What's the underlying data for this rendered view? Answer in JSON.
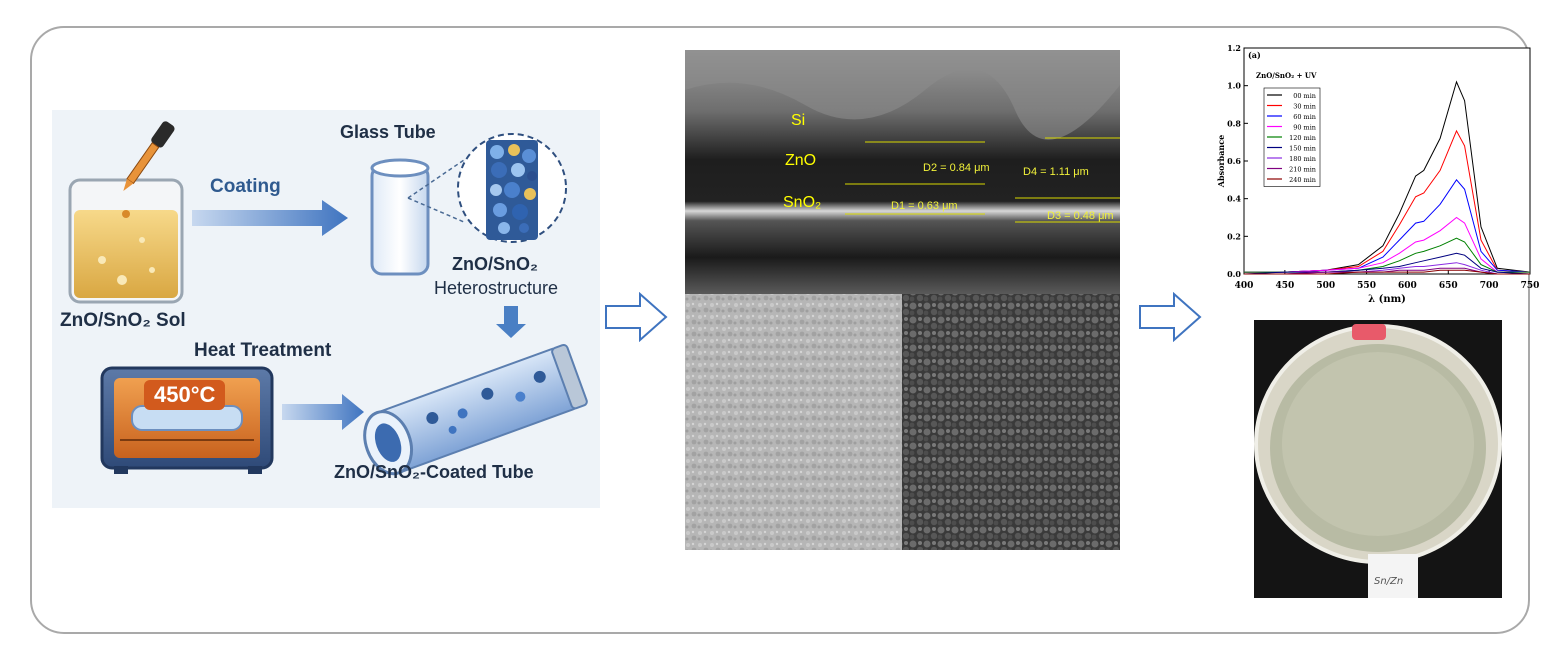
{
  "left_panel": {
    "glass_tube": "Glass Tube",
    "coating": "Coating",
    "sol": "ZnO/SnO₂ Sol",
    "heterostructure_line1": "ZnO/SnO₂",
    "heterostructure_line2": "Heterostructure",
    "heat_treatment": "Heat Treatment",
    "temperature": "450°C",
    "coated_tube": "ZnO/SnO₂-Coated Tube"
  },
  "sem": {
    "layer_si": "Si",
    "layer_zno": "ZnO",
    "layer_sno2": "SnO₂",
    "d1": "D1 = 0.63 μm",
    "d2": "D2 = 0.84 μm",
    "d3": "D3 = 0.48 μm",
    "d4": "D4 = 1.11 μm"
  },
  "chart_data": {
    "type": "line",
    "panel_label": "(a)",
    "legend_title": "ZnO/SnO₂ + UV",
    "xlabel": "λ (nm)",
    "ylabel": "Absorbance",
    "xlim": [
      400,
      750
    ],
    "ylim": [
      0,
      1.2
    ],
    "xticks": [
      400,
      450,
      500,
      550,
      600,
      650,
      700,
      750
    ],
    "yticks": [
      0.0,
      0.2,
      0.4,
      0.6,
      0.8,
      1.0,
      1.2
    ],
    "x": [
      400,
      450,
      500,
      540,
      570,
      590,
      610,
      620,
      640,
      660,
      670,
      690,
      710,
      750
    ],
    "series": [
      {
        "name": "00 min",
        "color": "#000000",
        "values": [
          0.01,
          0.01,
          0.02,
          0.05,
          0.15,
          0.32,
          0.52,
          0.55,
          0.72,
          1.02,
          0.92,
          0.25,
          0.03,
          0.01
        ]
      },
      {
        "name": "30 min",
        "color": "#ff0000",
        "values": [
          0.01,
          0.01,
          0.02,
          0.04,
          0.12,
          0.26,
          0.41,
          0.43,
          0.55,
          0.76,
          0.68,
          0.18,
          0.02,
          0.01
        ]
      },
      {
        "name": "60 min",
        "color": "#0000ff",
        "values": [
          0.01,
          0.01,
          0.02,
          0.03,
          0.09,
          0.18,
          0.27,
          0.28,
          0.37,
          0.5,
          0.45,
          0.12,
          0.02,
          0.01
        ]
      },
      {
        "name": "90 min",
        "color": "#ff00ff",
        "values": [
          0.01,
          0.01,
          0.02,
          0.03,
          0.06,
          0.11,
          0.17,
          0.18,
          0.23,
          0.3,
          0.27,
          0.08,
          0.01,
          0.01
        ]
      },
      {
        "name": "120 min",
        "color": "#008000",
        "values": [
          0.01,
          0.01,
          0.01,
          0.02,
          0.04,
          0.07,
          0.11,
          0.12,
          0.15,
          0.19,
          0.17,
          0.05,
          0.01,
          0.01
        ]
      },
      {
        "name": "150 min",
        "color": "#000080",
        "values": [
          0.0,
          0.01,
          0.01,
          0.02,
          0.03,
          0.04,
          0.06,
          0.07,
          0.09,
          0.11,
          0.1,
          0.03,
          0.01,
          0.0
        ]
      },
      {
        "name": "180 min",
        "color": "#8a2be2",
        "values": [
          0.0,
          0.0,
          0.01,
          0.01,
          0.02,
          0.03,
          0.04,
          0.04,
          0.05,
          0.06,
          0.05,
          0.02,
          0.0,
          0.0
        ]
      },
      {
        "name": "210 min",
        "color": "#800080",
        "values": [
          0.0,
          0.0,
          0.01,
          0.01,
          0.01,
          0.02,
          0.02,
          0.02,
          0.03,
          0.03,
          0.03,
          0.01,
          0.0,
          0.0
        ]
      },
      {
        "name": "240 min",
        "color": "#8b0000",
        "values": [
          0.0,
          0.0,
          0.0,
          0.01,
          0.01,
          0.01,
          0.01,
          0.01,
          0.02,
          0.02,
          0.02,
          0.01,
          0.0,
          0.0
        ]
      }
    ]
  },
  "photo": {
    "label_text": "Sn/Zn"
  }
}
